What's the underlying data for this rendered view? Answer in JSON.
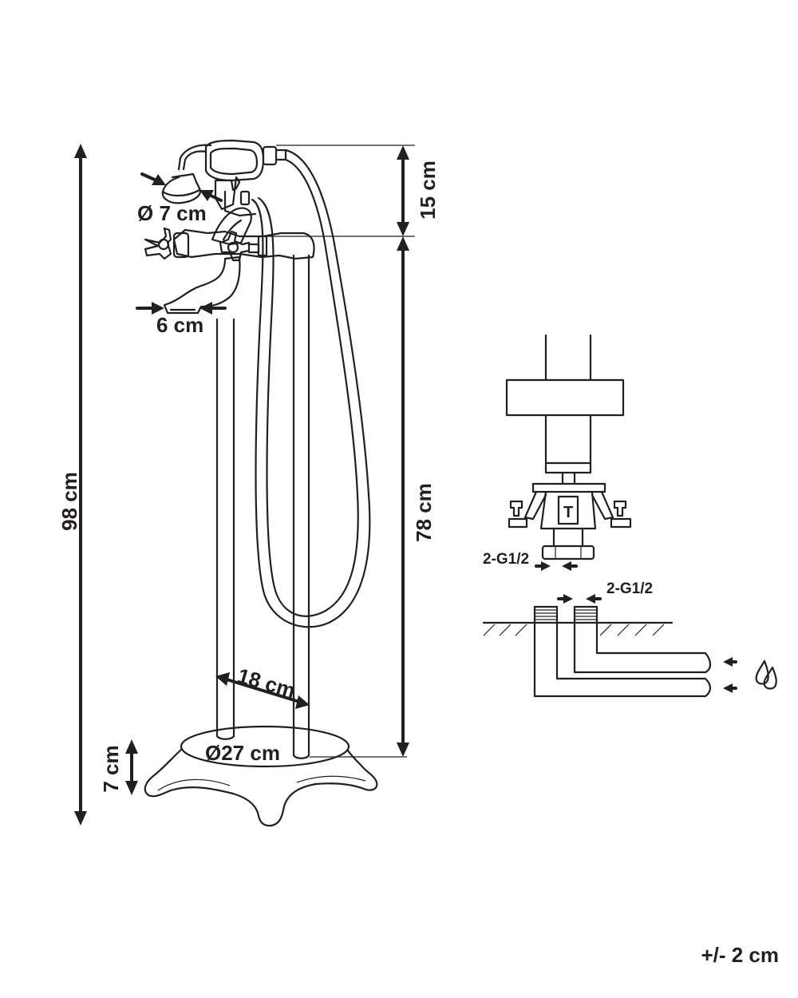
{
  "dimensions": {
    "total_height": "98 cm",
    "spout_height": "78 cm",
    "handset_height": "15 cm",
    "showerhead_diameter": "Ø 7 cm",
    "spout_width": "6 cm",
    "pipe_spacing": "18 cm",
    "base_diameter": "Ø27 cm",
    "base_height": "7 cm"
  },
  "connections": {
    "label_upper": "2-G1/2",
    "label_lower": "2-G1/2"
  },
  "tolerance": "+/- 2 cm",
  "icons": [
    "water-drops-icon"
  ]
}
